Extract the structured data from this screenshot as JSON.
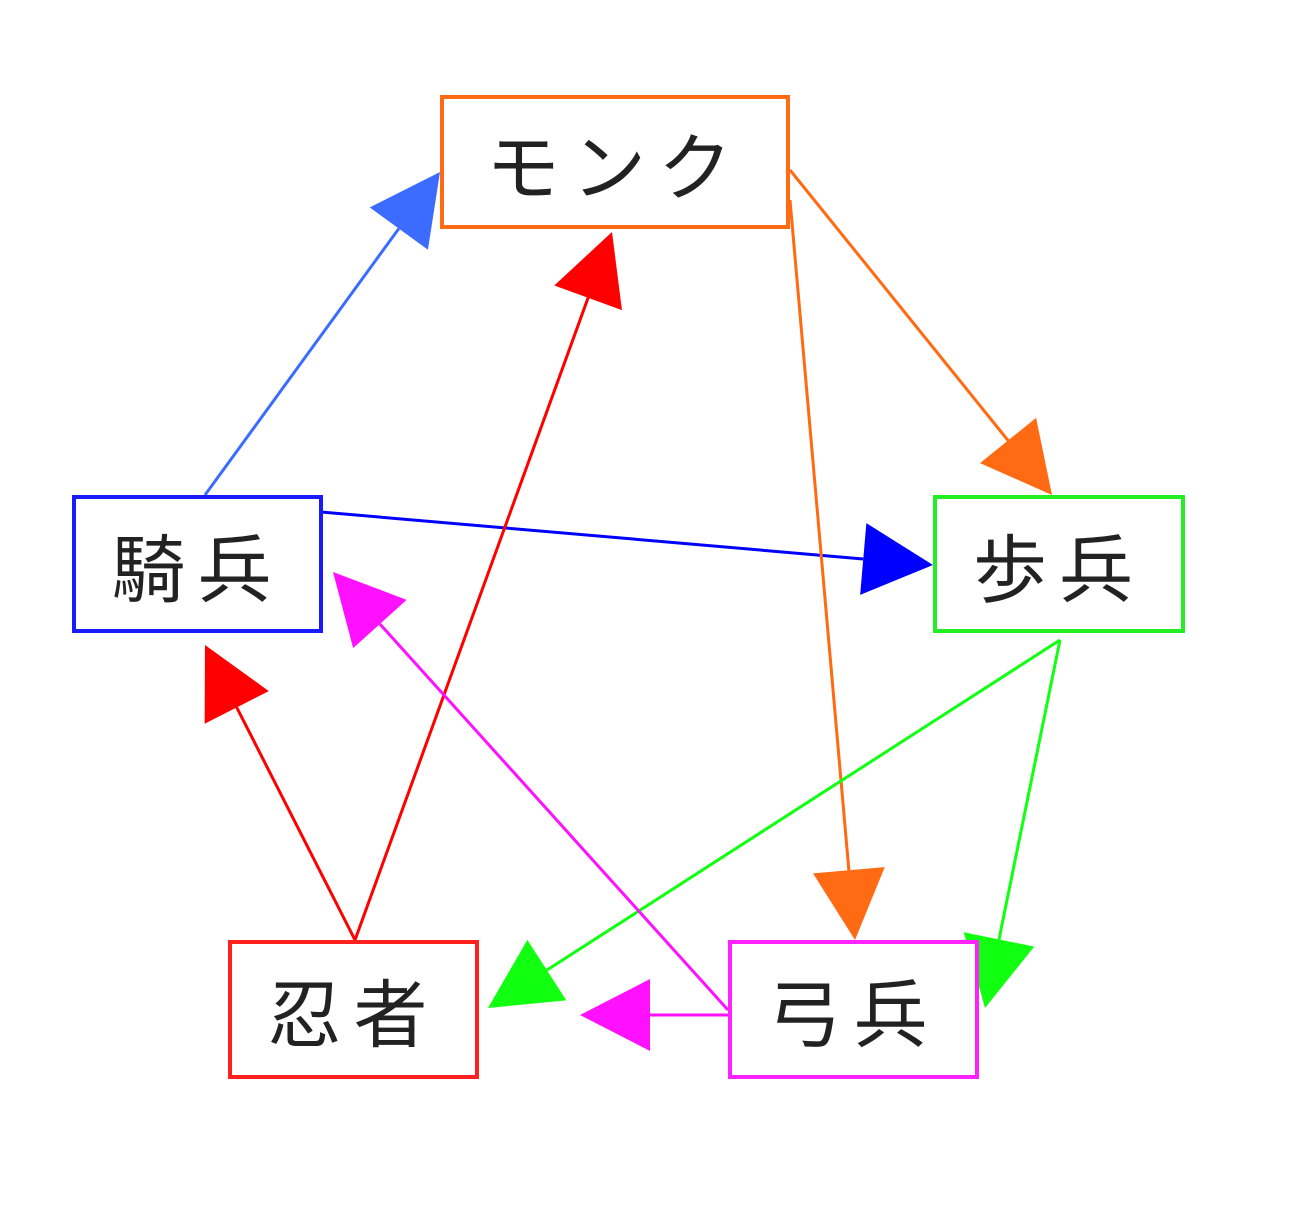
{
  "nodes": {
    "monk": {
      "label": "モンク",
      "color": "#ff6a13"
    },
    "cavalry": {
      "label": "騎兵",
      "color": "#1a1aff"
    },
    "infantry": {
      "label": "歩兵",
      "color": "#22ee22"
    },
    "ninja": {
      "label": "忍者",
      "color": "#ff2020"
    },
    "archer": {
      "label": "弓兵",
      "color": "#ff22ff"
    }
  },
  "edges": [
    {
      "from": "cavalry",
      "to": "monk",
      "color": "#3b6cff"
    },
    {
      "from": "cavalry",
      "to": "infantry",
      "color": "#0000ff"
    },
    {
      "from": "monk",
      "to": "infantry",
      "color": "#ff6a13"
    },
    {
      "from": "monk",
      "to": "archer",
      "color": "#ff6a13"
    },
    {
      "from": "infantry",
      "to": "ninja",
      "color": "#11ff11"
    },
    {
      "from": "infantry",
      "to": "archer",
      "color": "#11ff11"
    },
    {
      "from": "ninja",
      "to": "cavalry",
      "color": "#ff0000"
    },
    {
      "from": "ninja",
      "to": "monk",
      "color": "#ff0000"
    },
    {
      "from": "archer",
      "to": "cavalry",
      "color": "#ff11ff"
    },
    {
      "from": "archer",
      "to": "ninja",
      "color": "#ff11ff"
    }
  ]
}
